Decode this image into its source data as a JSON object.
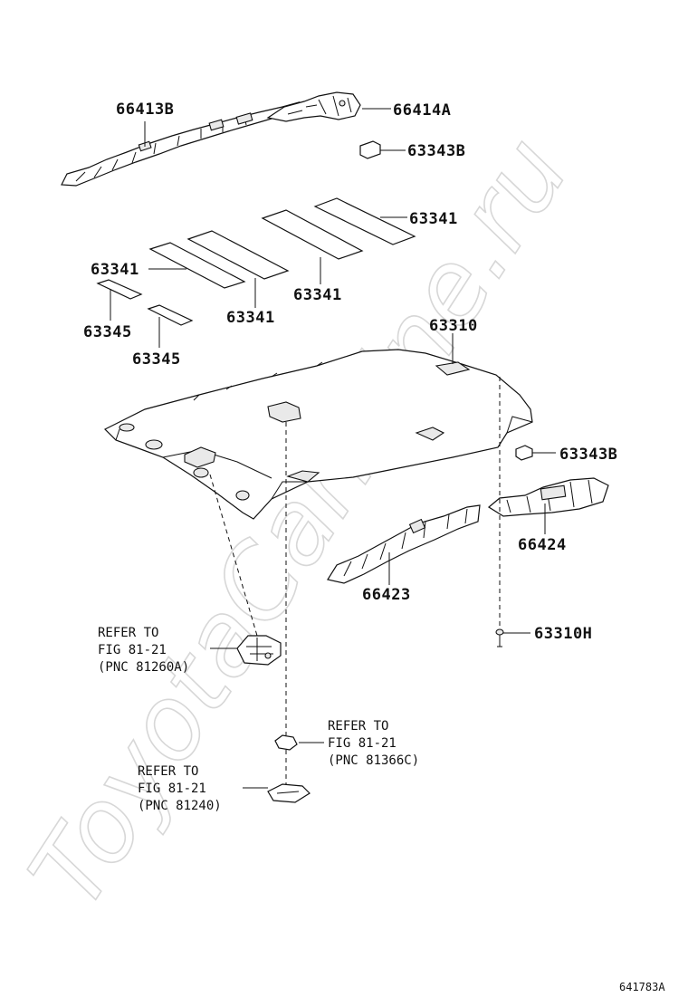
{
  "watermark": "ToyotaCarMine.ru",
  "parts": {
    "bracket_left_upper": "66413B",
    "bracket_right_upper": "66414A",
    "pad_upper": "63343B",
    "pad_sheet_a": "63341",
    "pad_sheet_b": "63341",
    "pad_sheet_c": "63341",
    "pad_sheet_d": "63341",
    "pad_small_a": "63345",
    "pad_small_b": "63345",
    "headliner": "63310",
    "pad_lower": "63343B",
    "bracket_right_lower": "66424",
    "bracket_left_lower": "66423",
    "clip": "63310H"
  },
  "references": {
    "ref_a": {
      "line1": "REFER TO",
      "line2": "FIG 81-21",
      "line3": "(PNC 81260A)"
    },
    "ref_b": {
      "line1": "REFER TO",
      "line2": "FIG 81-21",
      "line3": "(PNC 81366C)"
    },
    "ref_c": {
      "line1": "REFER TO",
      "line2": "FIG 81-21",
      "line3": "(PNC 81240)"
    }
  },
  "diagram_code": "641783A"
}
